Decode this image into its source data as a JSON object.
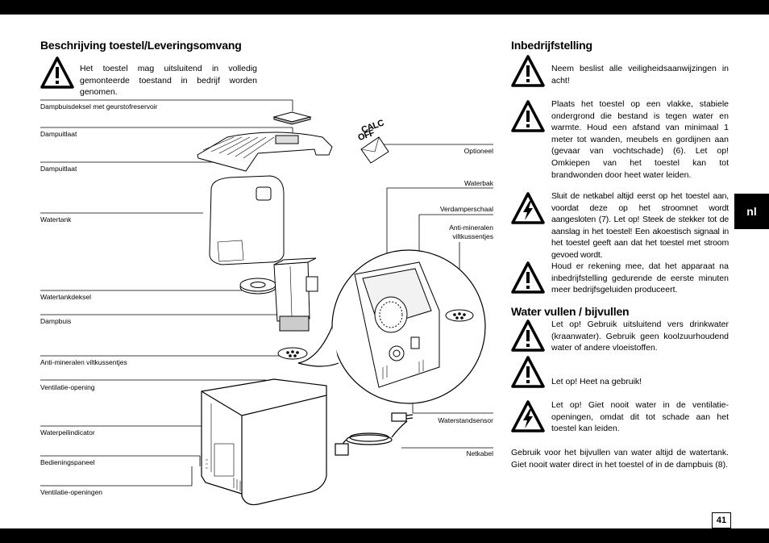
{
  "page": {
    "language_tab": "nl",
    "page_number": "41"
  },
  "left": {
    "heading": "Beschrijving toestel/Leveringsomvang",
    "warning_text": "Het toestel mag uitsluitend in volledig gemonteerde toestand in bedrijf worden genomen.",
    "labels": {
      "dampbuisdeksel": "Dampbuisdeksel met geurstofreservoir",
      "dampuitlaat1": "Dampuitlaat",
      "dampuitlaat2": "Dampuitlaat",
      "watertank": "Watertank",
      "watertankdeksel": "Watertankdeksel",
      "dampbuis": "Dampbuis",
      "anti_mineralen": "Anti-mineralen viltkussentjes",
      "ventilatie_opening": "Ventilatie-opening",
      "waterpeilindicator": "Waterpeilindicator",
      "bedieningspaneel": "Bedieningspaneel",
      "ventilatie_openingen": "Ventilatie-openingen",
      "optioneel": "Optioneel",
      "waterbak": "Waterbak",
      "verdamperschaal": "Verdamperschaal",
      "anti_mineralen_r1": "Anti-mineralen",
      "anti_mineralen_r2": "viltkussentjes",
      "waterstandsensor": "Waterstandsensor",
      "netkabel": "Netkabel",
      "calc_off_1": "CALC",
      "calc_off_2": "OFF"
    }
  },
  "right": {
    "heading1": "Inbedrijfstelling",
    "w1": "Neem beslist alle veiligheidsaanwijzingen in acht!",
    "w2": "Plaats het toestel op een vlakke, stabiele ondergrond die bestand is tegen water en warmte. Houd een afstand van minimaal 1 meter tot wanden, meubels en gordijnen aan (gevaar van vochtschade) (6). Let op! Omkiepen van het toestel kan tot brandwonden door heet water leiden.",
    "w3": "Sluit de netkabel altijd eerst op het toestel aan, voordat deze op het stroomnet wordt aangesloten (7). Let op! Steek de stekker tot de aanslag in het toestel! Een akoestisch signaal in het toestel geeft aan dat het toestel met stroom gevoed wordt.",
    "w4": "Houd er rekening mee, dat het apparaat na inbedrijfstelling gedurende de eerste minuten meer bedrijfsgeluiden produceert.",
    "heading2": "Water vullen / bijvullen",
    "w5": "Let op! Gebruik uitsluitend vers drinkwater (kraanwater). Gebruik geen koolzuurhoudend water of andere vloeistoffen.",
    "w6": "Let op! Heet na gebruik!",
    "w7": "Let op! Giet nooit water in de ventilatie-openingen, omdat dit tot schade aan het toestel kan leiden.",
    "final": "Gebruik voor het bijvullen van water altijd de watertank. Giet nooit water direct in het toestel of in de dampbuis (8)."
  }
}
